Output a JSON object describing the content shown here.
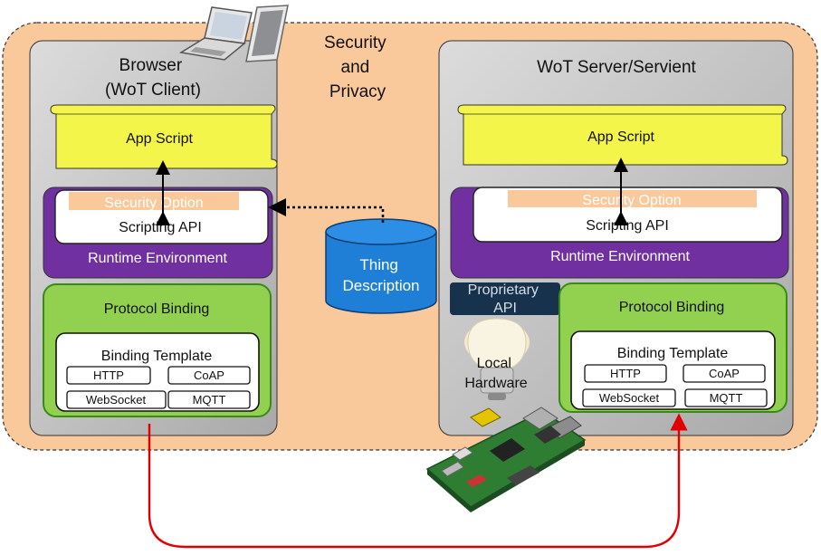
{
  "security_area": {
    "label_lines": [
      "Security",
      "and",
      "Privacy"
    ]
  },
  "client": {
    "title_lines": [
      "Browser",
      "(WoT Client)"
    ],
    "app_script": "App Script",
    "security_option": "Security Option",
    "scripting_api": "Scripting API",
    "runtime_environment": "Runtime Environment",
    "protocol_binding": "Protocol Binding",
    "binding_template": "Binding Template",
    "protocols": [
      "HTTP",
      "CoAP",
      "WebSocket",
      "MQTT"
    ]
  },
  "server": {
    "title": "WoT Server/Servient",
    "app_script": "App Script",
    "security_option": "Security Option",
    "scripting_api": "Scripting API",
    "runtime_environment": "Runtime Environment",
    "proprietary_api_lines": [
      "Proprietary",
      "API"
    ],
    "local_hardware_lines": [
      "Local",
      "Hardware"
    ],
    "protocol_binding": "Protocol Binding",
    "binding_template": "Binding Template",
    "protocols": [
      "HTTP",
      "CoAP",
      "WebSocket",
      "MQTT"
    ]
  },
  "thing_description_lines": [
    "Thing",
    "Description"
  ],
  "colors": {
    "security_area_fill": "#f9c89b",
    "container_fill": "#c8c8c8",
    "app_script_fill": "#f4f54a",
    "runtime_fill": "#7030a0",
    "security_option_fill": "#f9c89b",
    "protocol_binding_fill": "#92d050",
    "thing_description_fill": "#1f7fd6",
    "proprietary_api_fill": "#17324d",
    "connector_red": "#e00000"
  }
}
